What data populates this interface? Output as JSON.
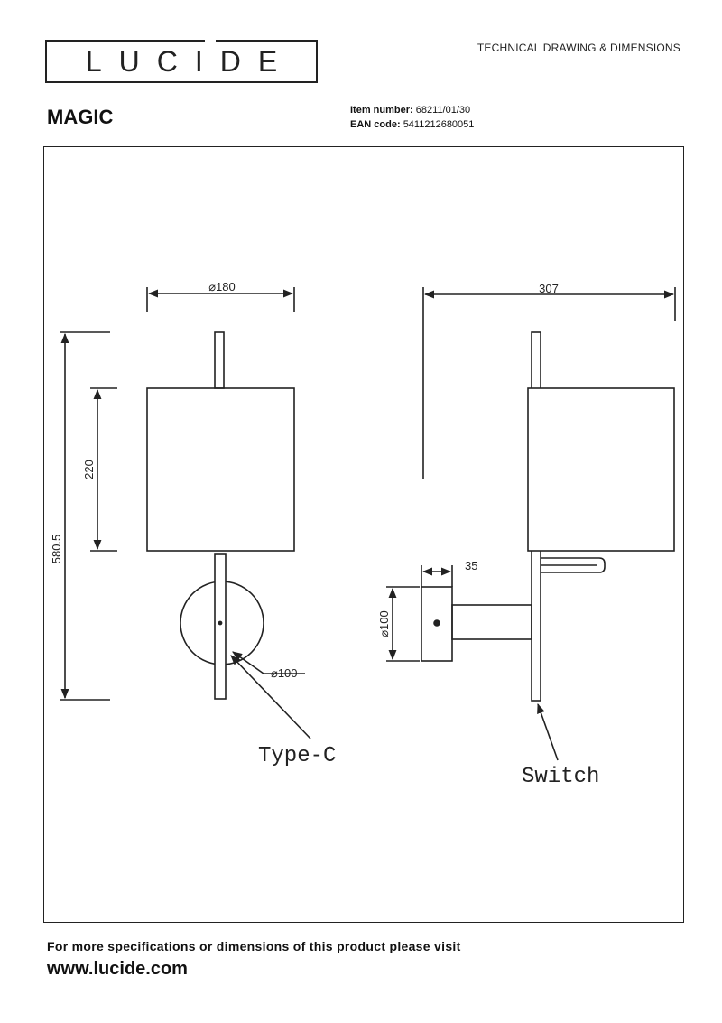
{
  "header": {
    "brand": "LUCIDE",
    "doc_type": "TECHNICAL DRAWING & DIMENSIONS"
  },
  "product": {
    "name": "MAGIC",
    "item_label": "Item number:",
    "item_number": "68211/01/30",
    "ean_label": "EAN code:",
    "ean_code": "5411212680051"
  },
  "drawing": {
    "front": {
      "shade_diameter": "⌀180",
      "shade_height": "220",
      "total_height": "580.5",
      "base_diameter": "⌀100",
      "connector_label": "Type-C"
    },
    "side": {
      "depth": "307",
      "base_thickness": "35",
      "base_diameter": "⌀100",
      "switch_label": "Switch"
    }
  },
  "footer": {
    "note": "For more specifications or dimensions of this product please visit",
    "url": "www.lucide.com"
  }
}
